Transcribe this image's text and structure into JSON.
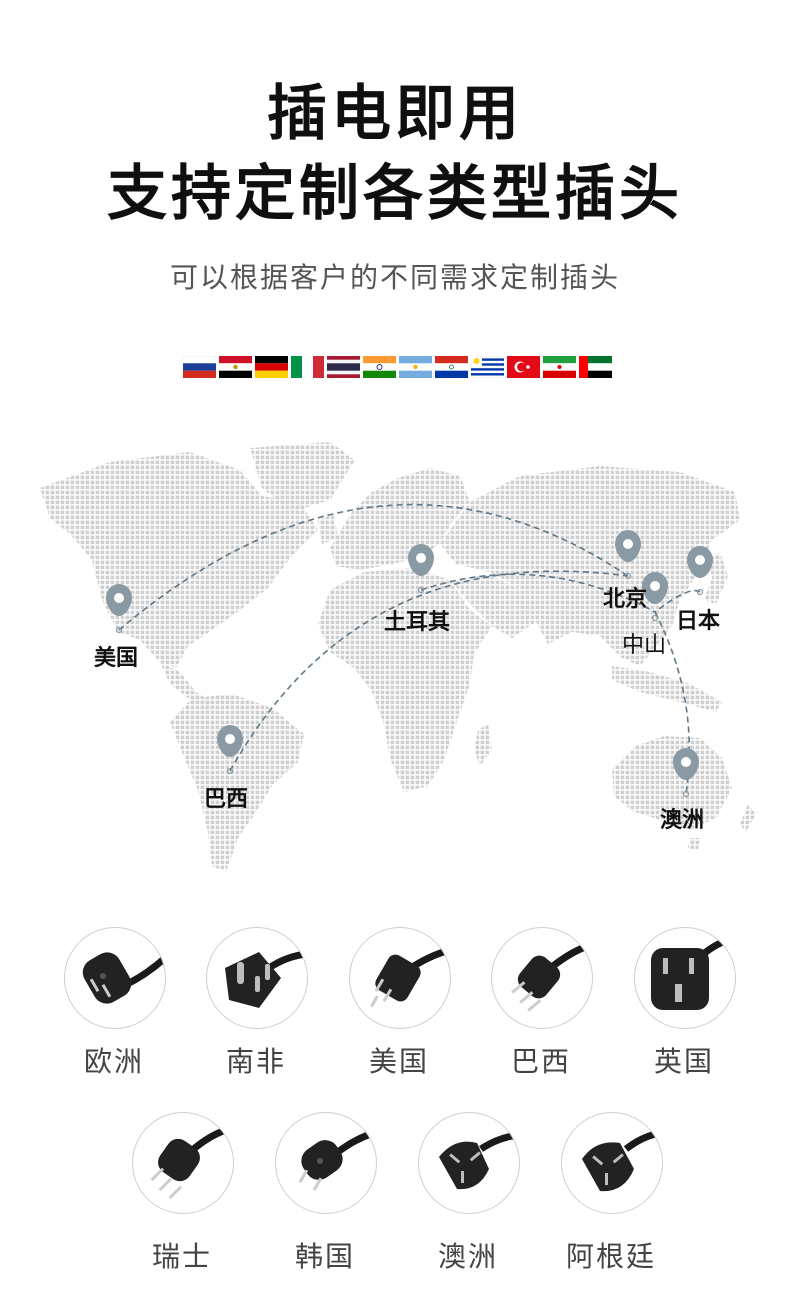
{
  "headline": {
    "line1": "插电即用",
    "line2": "支持定制各类型插头"
  },
  "subtitle": "可以根据客户的不同需求定制插头",
  "flags": [
    "russia-flag",
    "egypt-flag",
    "germany-flag",
    "italy-flag",
    "thailand-flag",
    "india-flag",
    "argentina-flag",
    "paraguay-flag",
    "uruguay-flag",
    "turkey-flag",
    "iran-flag",
    "uae-flag"
  ],
  "map": {
    "locations": {
      "usa": "美国",
      "brazil": "巴西",
      "turkey": "土耳其",
      "beijing": "北京",
      "zhongshan": "中山",
      "japan": "日本",
      "australia": "澳洲"
    },
    "colors": {
      "land": "#cfcfcf",
      "pin": "#8a9aa4",
      "route": "#5f7787"
    }
  },
  "plugs": {
    "row1": [
      "欧洲",
      "南非",
      "美国",
      "巴西",
      "英国"
    ],
    "row2": [
      "瑞士",
      "韩国",
      "澳洲",
      "阿根廷"
    ]
  }
}
